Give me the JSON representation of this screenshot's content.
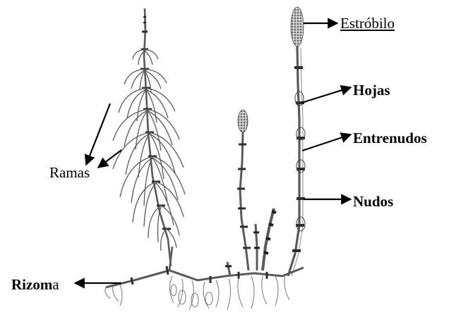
{
  "labels": {
    "estrobilo": "Estróbilo",
    "hojas": "Hojas",
    "entrenudos": "Entrenudos",
    "nudos": "Nudos",
    "ramas": "Ramas",
    "rizoma_bold": "Rizom",
    "rizoma_rest": "a"
  },
  "colors": {
    "ink": "#000000",
    "stem": "#5a5a5a",
    "strobilus": "#7a7a7a",
    "node": "#3a3a3a",
    "background": "#ffffff"
  }
}
